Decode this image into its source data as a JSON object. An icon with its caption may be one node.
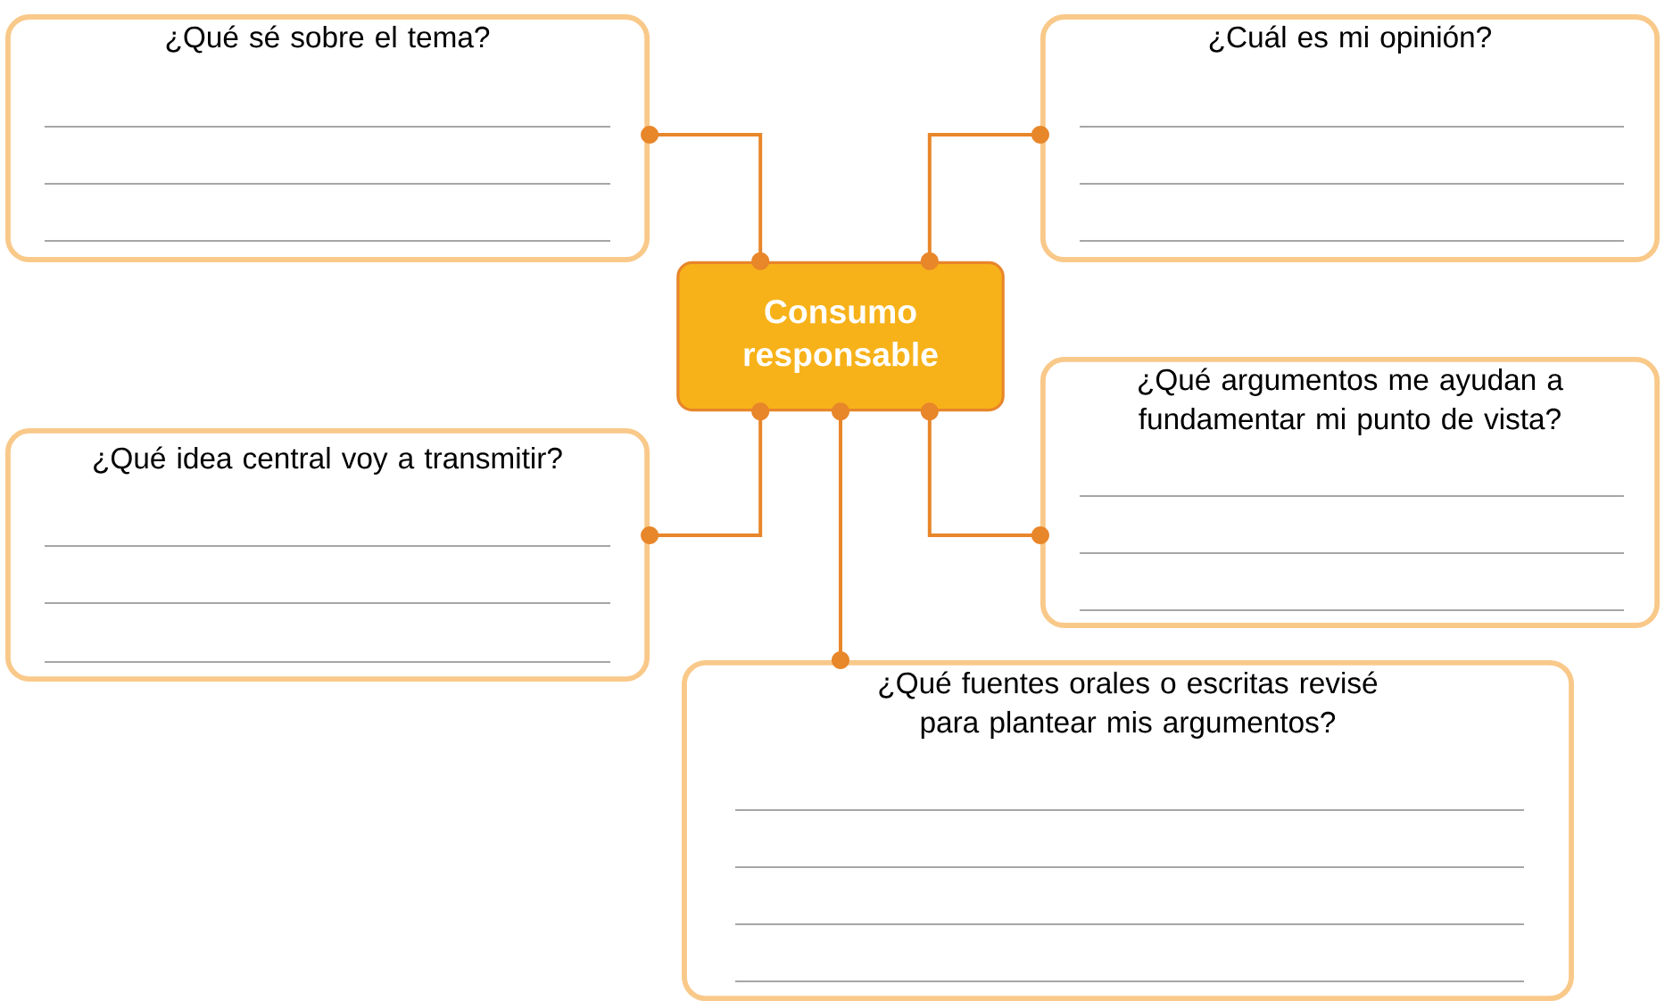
{
  "diagram": {
    "nodes": [
      {
        "text": [
          "Consumo responsable"
        ]
      },
      {
        "text": [
          "¿Qué sé sobre el tema?"
        ]
      },
      {
        "text": [
          "¿Cuál es mi opinión?"
        ]
      },
      {
        "text": [
          "¿Qué idea central voy a transmitir?"
        ]
      },
      {
        "text": [
          "¿Qué argumentos me ayudan a fundamentar mi punto de vista?"
        ]
      },
      {
        "text": [
          "¿Qué fuentes orales o escritas revisé para plantear mis argumentos?"
        ]
      }
    ],
    "edges": [
      {
        "from": 0,
        "to": 1,
        "arrow": "other"
      },
      {
        "from": 0,
        "to": 2,
        "arrow": "other"
      },
      {
        "from": 0,
        "to": 3,
        "arrow": "other"
      },
      {
        "from": 0,
        "to": 4,
        "arrow": "other"
      },
      {
        "from": 0,
        "to": 5,
        "arrow": "other"
      }
    ]
  }
}
